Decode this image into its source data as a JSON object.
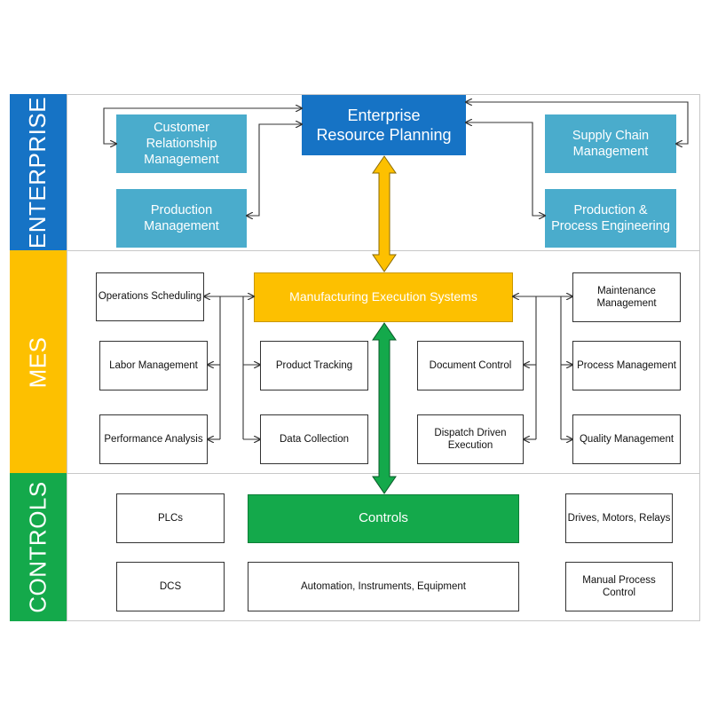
{
  "bands": {
    "enterprise": {
      "label": "ENTERPRISE",
      "color": "#1673c5"
    },
    "mes": {
      "label": "MES",
      "color": "#fdc000"
    },
    "controls": {
      "label": "CONTROLS",
      "color": "#14a94b"
    }
  },
  "enterprise": {
    "erp": "Enterprise\nResource Planning",
    "crm": "Customer\nRelationship\nManagement",
    "production_mgmt": "Production\nManagement",
    "scm": "Supply Chain\nManagement",
    "process_eng": "Production &\nProcess Engineering"
  },
  "mes": {
    "center": "Manufacturing Execution Systems",
    "operations_scheduling": "Operations Scheduling",
    "labor_management": "Labor Management",
    "performance_analysis": "Performance Analysis",
    "product_tracking": "Product Tracking",
    "data_collection": "Data Collection",
    "document_control": "Document Control",
    "dispatch_execution": "Dispatch Driven\nExecution",
    "maintenance_management": "Maintenance\nManagement",
    "process_management": "Process Management",
    "quality_management": "Quality Management"
  },
  "controls": {
    "center": "Controls",
    "plcs": "PLCs",
    "dcs": "DCS",
    "automation": "Automation, Instruments, Equipment",
    "drives": "Drives, Motors, Relays",
    "manual": "Manual Process\nControl"
  },
  "colors": {
    "erp_blue": "#1673c5",
    "light_blue": "#4aaccc",
    "mes_gold": "#fdc000",
    "controls_green": "#14a94b",
    "connector": "#333333"
  }
}
